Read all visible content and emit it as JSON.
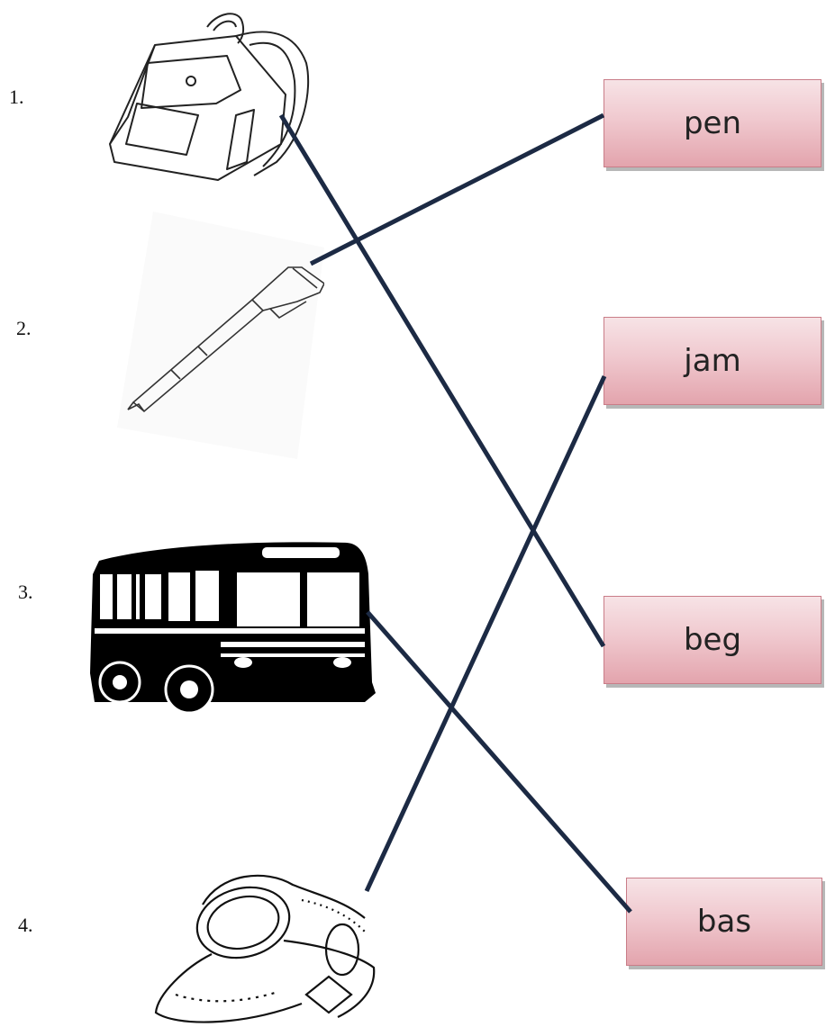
{
  "items": [
    {
      "number": "1.",
      "icon": "backpack-icon"
    },
    {
      "number": "2.",
      "icon": "pen-icon"
    },
    {
      "number": "3.",
      "icon": "bus-icon"
    },
    {
      "number": "4.",
      "icon": "wristwatch-icon"
    }
  ],
  "words": [
    "pen",
    "jam",
    "beg",
    "bas"
  ],
  "line_color": "#1c2a44",
  "box_color": "#ebb6bd"
}
